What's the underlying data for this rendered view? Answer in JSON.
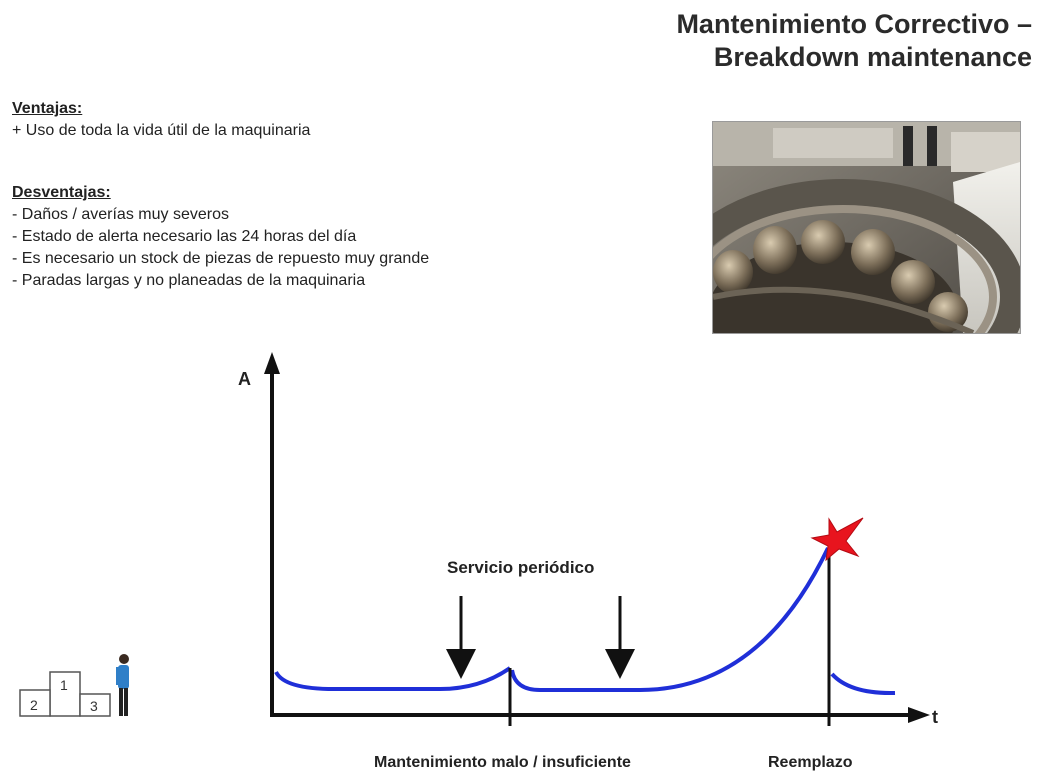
{
  "slide": {
    "title_line1": "Mantenimiento Correctivo –",
    "title_line2": "Breakdown maintenance"
  },
  "advantages": {
    "heading": "Ventajas:",
    "items": [
      "+ Uso de toda la vida útil de la maquinaria"
    ]
  },
  "disadvantages": {
    "heading": "Desventajas:",
    "items": [
      "- Daños / averías  muy severos",
      "- Estado de alerta necesario las 24 horas del día",
      "- Es necesario un stock de piezas de repuesto muy grande",
      "- Paradas largas y no planeadas de la maquinaria"
    ]
  },
  "diagram": {
    "y_axis_label": "A",
    "x_axis_label": "t",
    "service_label": "Servicio periódico",
    "bottom_label_left": "Mantenimiento malo / insuficiente",
    "bottom_label_right": "Reemplazo",
    "curve_color": "#1f2fd8",
    "star_color": "#e8141e"
  },
  "podium": {
    "places": [
      "1",
      "2",
      "3"
    ]
  }
}
